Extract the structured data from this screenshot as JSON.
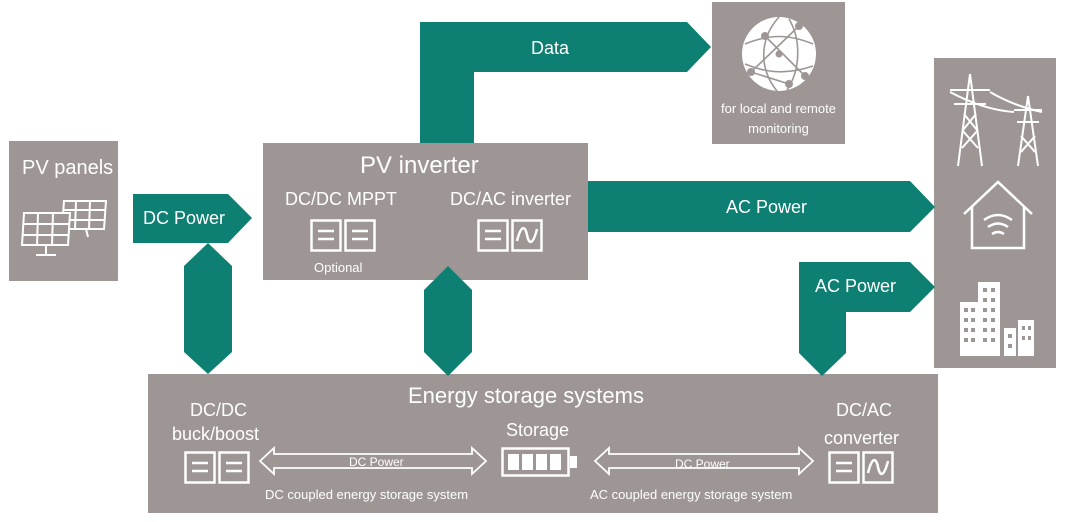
{
  "colors": {
    "teal": "#0d8073",
    "box": "#9d9694",
    "text": "#ffffff"
  },
  "pv_panels": {
    "label": "PV panels",
    "icon": "solar-panel-icon"
  },
  "dc_power_arrow": {
    "label": "DC Power"
  },
  "pv_inverter": {
    "title": "PV inverter",
    "mppt_label": "DC/DC MPPT",
    "mppt_note": "Optional",
    "inverter_label": "DC/AC inverter"
  },
  "data_arrow": {
    "label": "Data"
  },
  "monitoring": {
    "label_line1": "for local and remote",
    "label_line2": "monitoring",
    "icon": "globe-network-icon"
  },
  "ac_power_top": {
    "label": "AC Power"
  },
  "ac_power_bottom": {
    "label": "AC Power"
  },
  "grid_panel": {
    "icons": [
      "power-pylon-icon",
      "house-wifi-icon",
      "city-buildings-icon"
    ]
  },
  "storage_system": {
    "title": "Energy storage systems",
    "dcdc_line1": "DC/DC",
    "dcdc_line2": "buck/boost",
    "storage_label": "Storage",
    "dcac_line1": "DC/AC",
    "dcac_line2": "converter",
    "dc_link_left": "DC Power",
    "dc_caption_left": "DC coupled energy storage system",
    "dc_link_right": "DC Power",
    "ac_caption_right": "AC coupled energy storage system"
  }
}
